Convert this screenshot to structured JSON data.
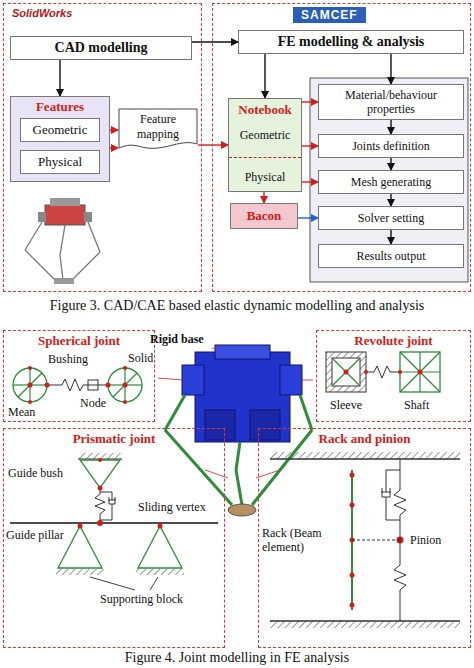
{
  "diagram": {
    "caption": "Figure 4. Joint modelling in FE analysis",
    "nodes": [
      {
        "text": [
          "SolidWorks"
        ]
      },
      {
        "text": [
          "CAD modelling"
        ],
        "in": 0
      },
      {
        "text": [
          "Features"
        ],
        "in": 0
      },
      {
        "text": [
          "Geometric"
        ],
        "in": 2
      },
      {
        "text": [
          "Physical"
        ],
        "in": 2
      },
      {
        "text": [
          "Feature mapping"
        ]
      },
      {
        "text": [
          "SAMCEF"
        ]
      },
      {
        "text": [
          "FE modelling & analysis"
        ],
        "in": 6
      },
      {
        "text": [
          "Notebook",
          "Geometric",
          "Physical"
        ],
        "in": 6
      },
      {
        "text": [
          "Bacon"
        ],
        "in": 6
      },
      {
        "text": [
          "Material/behaviour properties"
        ],
        "in": 6
      },
      {
        "text": [
          "Joints definition"
        ],
        "in": 6
      },
      {
        "text": [
          "Mesh generating"
        ],
        "in": 6
      },
      {
        "text": [
          "Solver setting"
        ],
        "in": 6
      },
      {
        "text": [
          "Results output"
        ],
        "in": 6
      },
      {
        "text": [
          "Spherical joint"
        ]
      },
      {
        "text": [
          "Revolute joint"
        ]
      },
      {
        "text": [
          "Prismatic joint"
        ]
      },
      {
        "text": [
          "Rack and pinion"
        ]
      }
    ],
    "edges": [
      {
        "from": 1,
        "to": 2,
        "arrow": "to"
      },
      {
        "from": 1,
        "to": 7,
        "arrow": "to"
      },
      {
        "from": 7,
        "to": 8,
        "arrow": "to"
      },
      {
        "from": 7,
        "to": 10,
        "arrow": "to"
      },
      {
        "from": 3,
        "to": 5,
        "arrow": "to"
      },
      {
        "from": 4,
        "to": 5,
        "arrow": "to"
      },
      {
        "from": 5,
        "to": 8,
        "arrow": "to"
      },
      {
        "from": 8,
        "to": 10,
        "arrow": "to"
      },
      {
        "from": 8,
        "to": 11,
        "arrow": "to"
      },
      {
        "from": 8,
        "to": 12,
        "arrow": "to"
      },
      {
        "from": 8,
        "to": 9,
        "arrow": "to"
      },
      {
        "from": 9,
        "to": 13,
        "arrow": "to"
      },
      {
        "from": 10,
        "to": 11,
        "arrow": "to"
      },
      {
        "from": 11,
        "to": 12,
        "arrow": "to"
      },
      {
        "from": 12,
        "to": 13,
        "arrow": "to"
      },
      {
        "from": 13,
        "to": 14,
        "arrow": "to"
      }
    ],
    "labels": [
      "Figure 3. CAD/CAE based elastic dynamic modelling and analysis",
      "Rigid base",
      "Bushing",
      "Solid",
      "Node",
      "Mean",
      "Sleeve",
      "Shaft",
      "Guide bush",
      "Sliding vertex",
      "Guide pillar",
      "Supporting block",
      "Rack (Beam element)",
      "Pinion"
    ]
  }
}
